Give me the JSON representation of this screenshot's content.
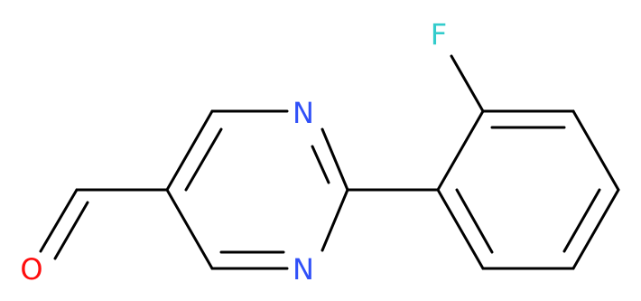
{
  "molecule": {
    "atoms": {
      "fluorine": {
        "label": "F",
        "color": "#33cccc"
      },
      "n_top": {
        "label": "N",
        "color": "#3050f8"
      },
      "n_bottom": {
        "label": "N",
        "color": "#3050f8"
      },
      "oxygen": {
        "label": "O",
        "color": "#ff0d0d"
      }
    },
    "bond_color": "#000000",
    "background": "#ffffff"
  }
}
